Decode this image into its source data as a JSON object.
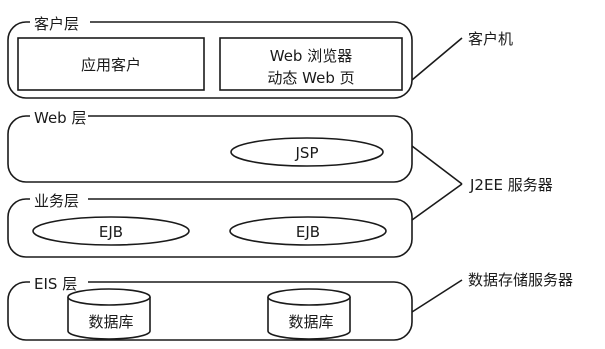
{
  "tiers": {
    "client": {
      "title": "客户层",
      "app_client": "应用客户",
      "browser_line1": "Web 浏览器",
      "browser_line2": "动态 Web 页"
    },
    "web": {
      "title": "Web 层",
      "jsp": "JSP"
    },
    "business": {
      "title": "业务层",
      "ejb1": "EJB",
      "ejb2": "EJB"
    },
    "eis": {
      "title": "EIS 层",
      "db1": "数据库",
      "db2": "数据库"
    }
  },
  "side_labels": {
    "client_machine": "客户机",
    "j2ee_server": "J2EE 服务器",
    "db_server": "数据存储服务器"
  }
}
